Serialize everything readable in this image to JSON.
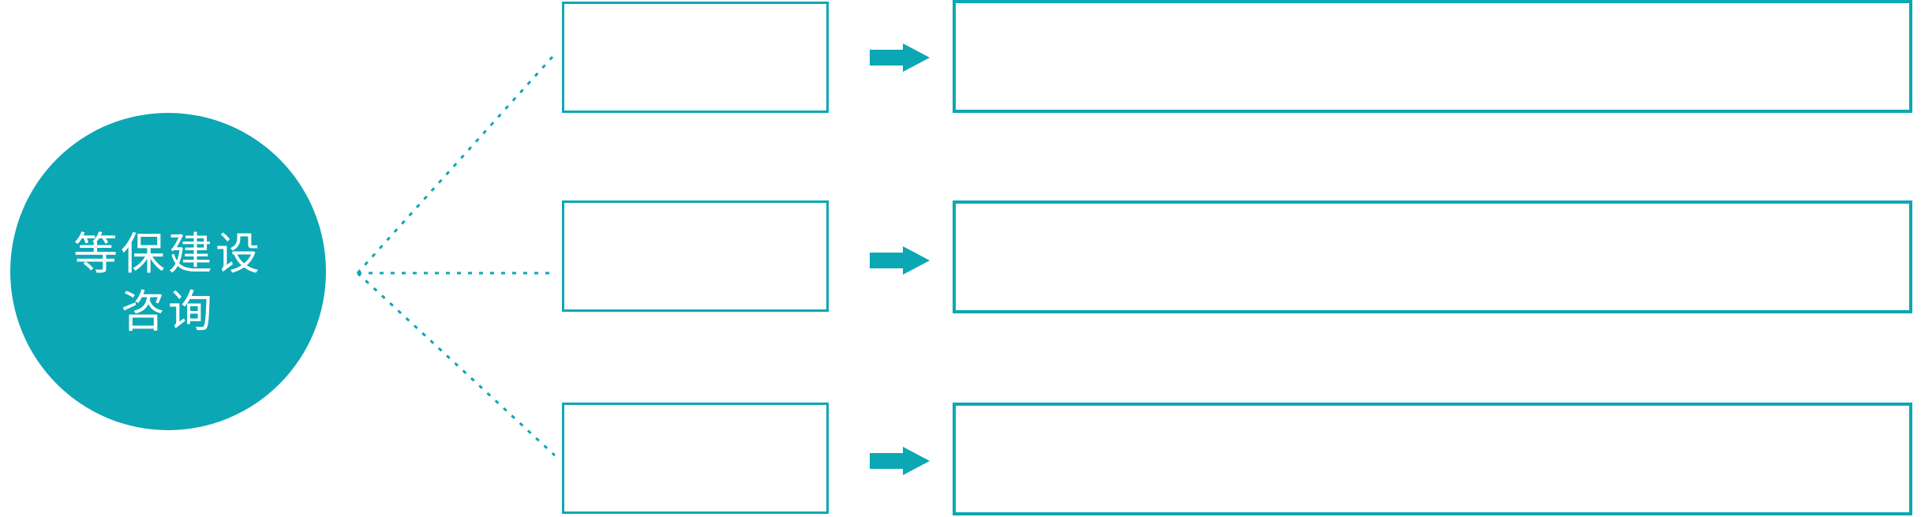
{
  "colors": {
    "accent": "#0ba7b4",
    "background": "#ffffff",
    "hub_text": "#ffffff"
  },
  "hub": {
    "label_line1": "等保建设",
    "label_line2": "咨询",
    "full_label": "等保建设咨询"
  },
  "rows": [
    {
      "middle_box_text": "",
      "right_box_text": ""
    },
    {
      "middle_box_text": "",
      "right_box_text": ""
    },
    {
      "middle_box_text": "",
      "right_box_text": ""
    }
  ],
  "icons": {
    "right_arrow": "right-block-arrow-icon",
    "connectors": "dotted-branch-lines"
  }
}
